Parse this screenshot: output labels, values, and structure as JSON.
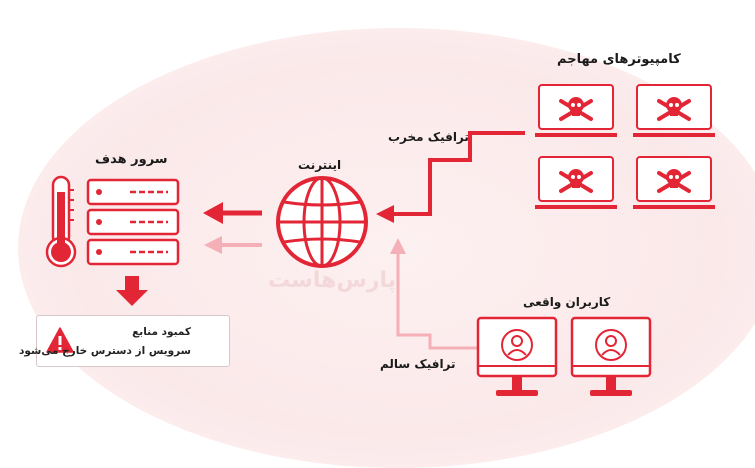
{
  "labels": {
    "attackers_title": "کامپیوترهای مهاجم",
    "malicious_traffic": "ترافیک مخرب",
    "internet": "اینترنت",
    "target_server": "سرور هدف",
    "real_users": "کاربران واقعی",
    "healthy_traffic": "ترافیک سالم"
  },
  "alert": {
    "title": "کمبود منابع",
    "subtitle": "سرویس از دسترس خارج می‌شود"
  },
  "watermark": "پارس‌هاست",
  "colors": {
    "accent": "#e32636",
    "accent_light": "#f4b0b6",
    "background_blob": "#fbe9ea"
  }
}
